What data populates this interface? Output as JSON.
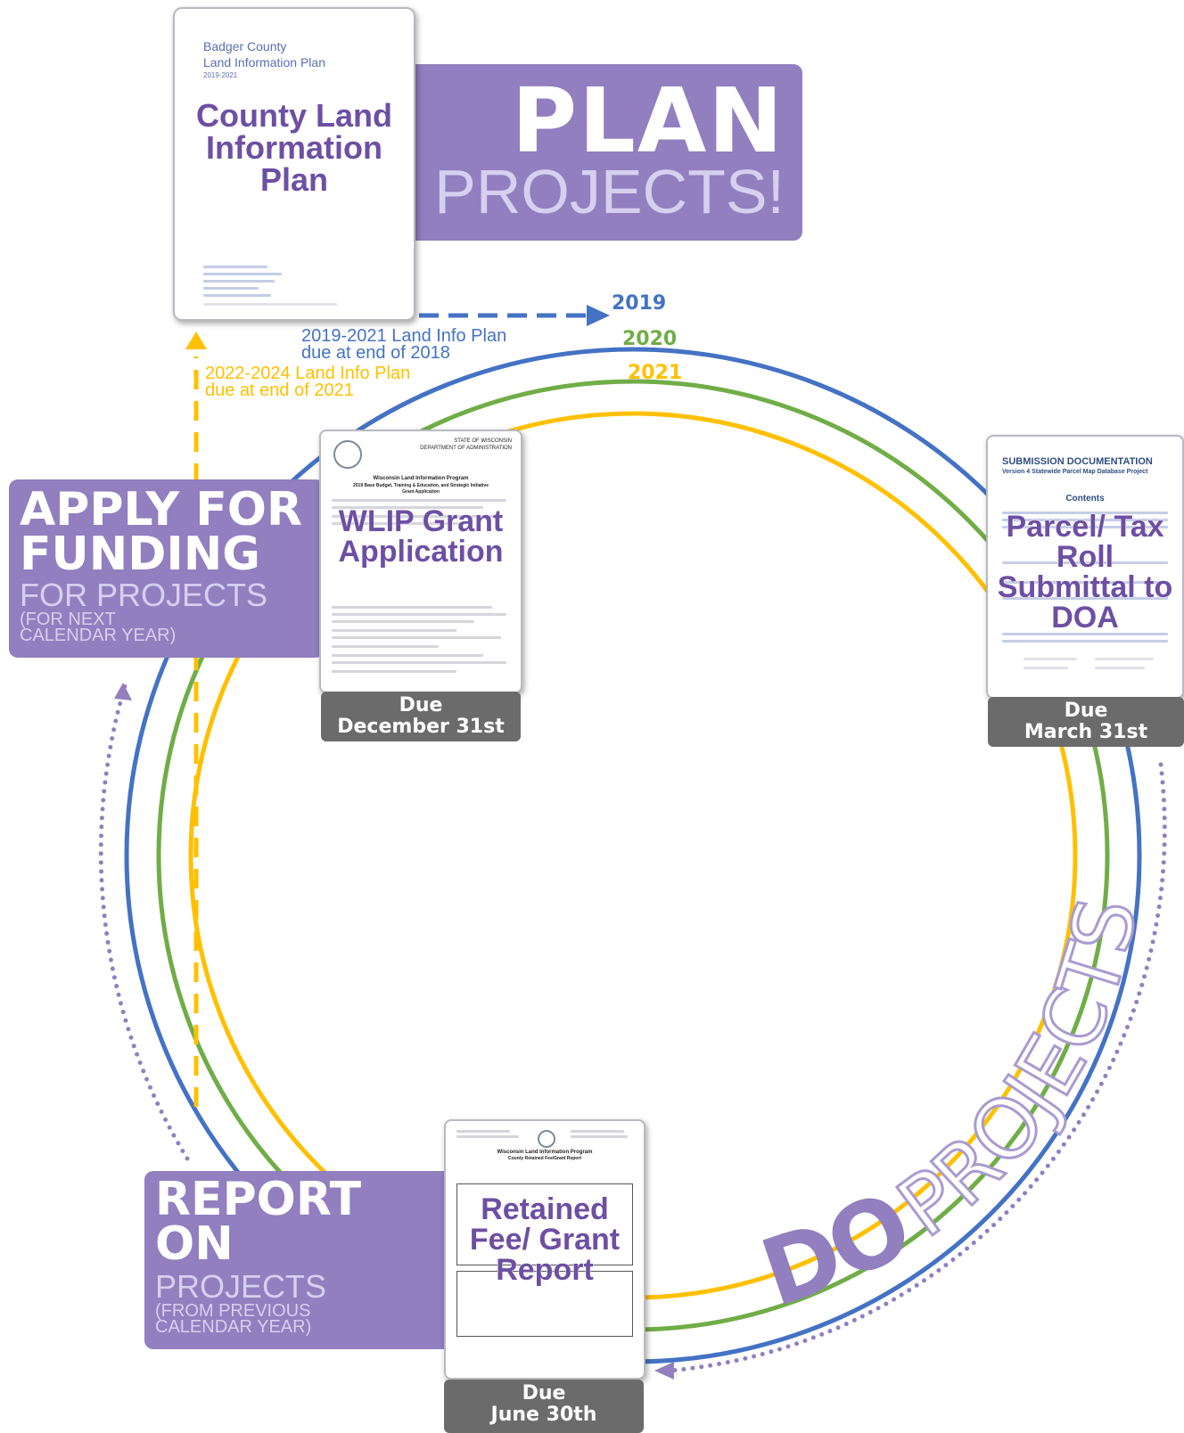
{
  "colors": {
    "purple": "#917fbf",
    "dark_purple": "#6d4fa3",
    "lavender_text": "#d7cfee",
    "blue": "#4472c4",
    "green": "#70ad47",
    "gold": "#ffc000",
    "due_gray": "#6b6b6b"
  },
  "plan_box": {
    "title": "PLAN",
    "subtitle": "PROJECTS!"
  },
  "plan_doc": {
    "county": "Badger County",
    "doc_name": "Land Information Plan",
    "years": "2019-2021",
    "big_title": "County Land Information Plan"
  },
  "timeline": {
    "years": [
      "2019",
      "2020",
      "2021"
    ],
    "note_2019_line1": "2019-2021 Land Info Plan",
    "note_2019_line2": "due at end of 2018",
    "note_2022_line1": "2022-2024 Land Info Plan",
    "note_2022_line2": "due at end of 2021"
  },
  "apply": {
    "line1": "APPLY FOR",
    "line2": "FUNDING",
    "sub": "FOR PROJECTS",
    "small1": "(FOR NEXT",
    "small2": "CALENDAR YEAR)"
  },
  "grant_doc": {
    "state": "STATE OF WISCONSIN",
    "dept": "DEPARTMENT OF ADMINISTRATION",
    "title": "Wisconsin Land Information Program",
    "subtitle": "2019 Base Budget, Training & Education, and Strategic Initiative",
    "subtitle2": "Grant Application",
    "big_title": "WLIP Grant Application",
    "due_label": "Due",
    "due_date": "December 31st"
  },
  "parcel_doc": {
    "header": "SUBMISSION DOCUMENTATION",
    "subheader": "Version 4 Statewide Parcel Map Database Project",
    "contents": "Contents",
    "big_title": "Parcel/ Tax Roll Submittal to DOA",
    "due_label": "Due",
    "due_date": "March 31st"
  },
  "report": {
    "line1": "REPORT",
    "line2": "ON",
    "sub": "PROJECTS",
    "small1": "(FROM PREVIOUS",
    "small2": "CALENDAR YEAR)"
  },
  "report_doc": {
    "title": "Wisconsin Land Information Program",
    "subtitle": "County Retained Fee/Grant Report",
    "big_title": "Retained Fee/ Grant Report",
    "due_label": "Due",
    "due_date": "June 30th"
  },
  "do_projects": {
    "do": "DO",
    "projects": "PROJECTS"
  }
}
